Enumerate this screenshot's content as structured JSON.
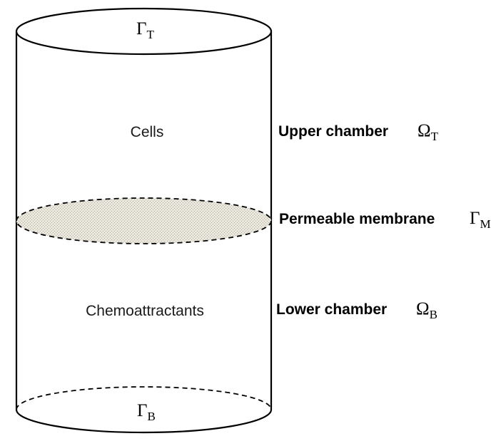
{
  "cylinder": {
    "top_boundary": {
      "symbol": "Γ",
      "subscript": "T"
    },
    "bottom_boundary": {
      "symbol": "Γ",
      "subscript": "B"
    },
    "upper_content": "Cells",
    "lower_content": "Chemoattractants"
  },
  "labels": {
    "upper_chamber": {
      "text": "Upper chamber",
      "symbol": "Ω",
      "subscript": "T"
    },
    "membrane": {
      "text": "Permeable membrane",
      "symbol": "Γ",
      "subscript": "M"
    },
    "lower_chamber": {
      "text": "Lower chamber",
      "symbol": "Ω",
      "subscript": "B"
    }
  },
  "colors": {
    "outline": "#000000",
    "membrane_fill": "#e6e2d8"
  }
}
